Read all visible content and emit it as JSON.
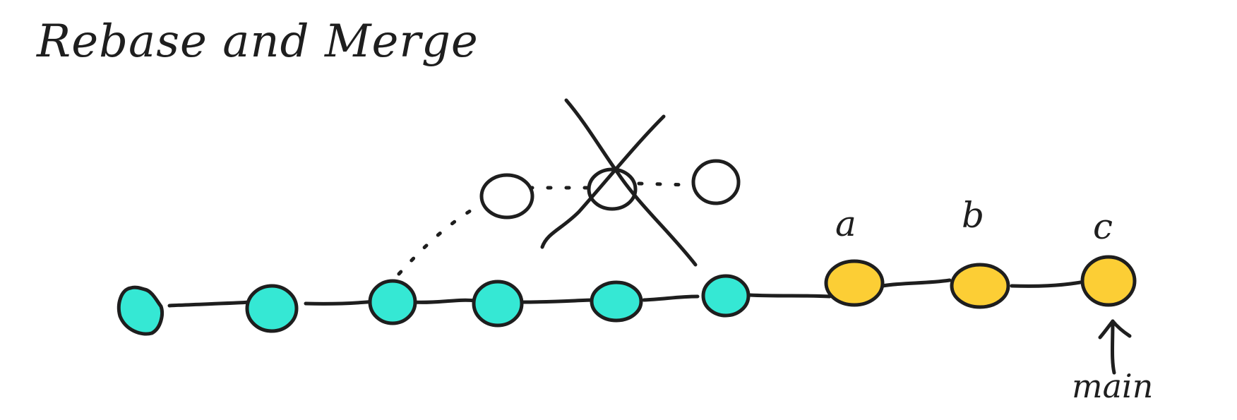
{
  "title": "Rebase and Merge",
  "labels": {
    "a": "a",
    "b": "b",
    "c": "c",
    "branch": "main"
  },
  "colors": {
    "ink": "#1e1e1e",
    "base_commit": "#35e8d4",
    "rebased_commit": "#fcce35",
    "abandoned_commit": "#ffffff"
  }
}
